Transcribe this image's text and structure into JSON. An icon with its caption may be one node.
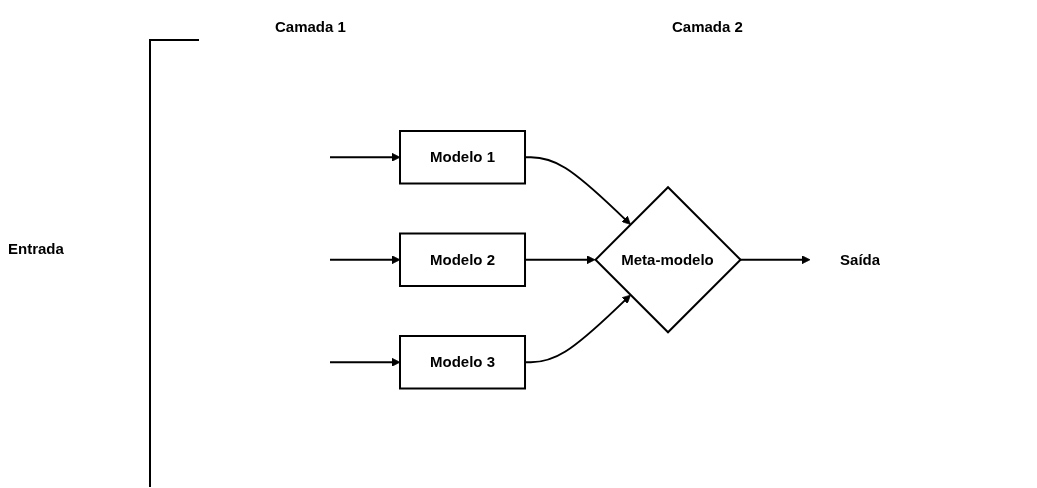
{
  "diagram": {
    "nodes": [
      {
        "text": [
          "Modelo 1"
        ]
      },
      {
        "text": [
          "Modelo 2"
        ]
      },
      {
        "text": [
          "Modelo 3"
        ]
      },
      {
        "text": [
          "Meta-modelo"
        ]
      },
      {
        "text": [
          "Saída"
        ]
      }
    ],
    "edges": [
      {
        "from": null,
        "to": 0,
        "arrow": "to"
      },
      {
        "from": null,
        "to": 1,
        "arrow": "to"
      },
      {
        "from": null,
        "to": 2,
        "arrow": "to"
      },
      {
        "from": 0,
        "to": 3,
        "arrow": "to"
      },
      {
        "from": 1,
        "to": 3,
        "arrow": "to"
      },
      {
        "from": 2,
        "to": 3,
        "arrow": "to"
      },
      {
        "from": 3,
        "to": 4,
        "arrow": "to"
      }
    ],
    "labels": [
      "Camada 1",
      "Camada 2",
      "Entrada"
    ]
  }
}
